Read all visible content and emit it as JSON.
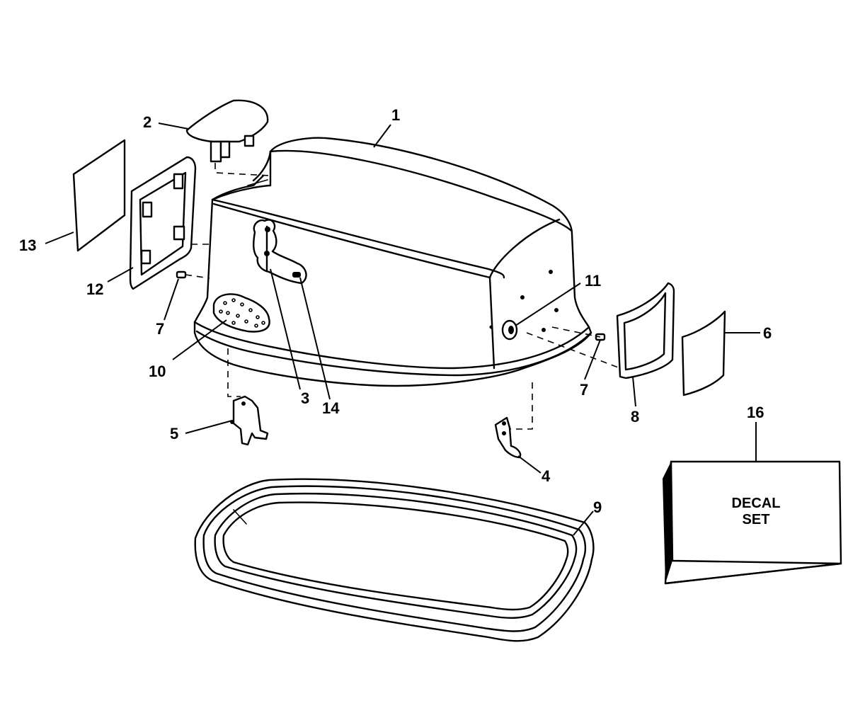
{
  "callouts": {
    "c1": "1",
    "c2": "2",
    "c3": "3",
    "c4": "4",
    "c5": "5",
    "c6": "6",
    "c7a": "7",
    "c7b": "7",
    "c8": "8",
    "c9": "9",
    "c10": "10",
    "c11": "11",
    "c12": "12",
    "c13": "13",
    "c14": "14",
    "c16": "16"
  },
  "decal_box": {
    "line1": "DECAL",
    "line2": "SET"
  }
}
